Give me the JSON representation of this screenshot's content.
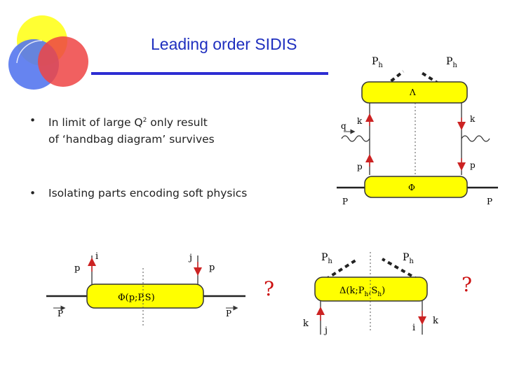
{
  "slide": {
    "title": "Leading order SIDIS",
    "bullets": [
      {
        "mark": "•",
        "lines": [
          "In limit of large Q",
          "2",
          " only result",
          "of ‘handbag diagram’ survives"
        ]
      },
      {
        "mark": "•",
        "lines": [
          "Isolating parts encoding soft physics"
        ]
      }
    ]
  },
  "handbag": {
    "top_blob_label": "Λ",
    "bottom_blob_label": "Φ",
    "labels": {
      "ph_left": "P",
      "ph_left_sub": "h",
      "ph_right": "P",
      "ph_right_sub": "h",
      "q": "q",
      "k_left": "k",
      "k_right": "k",
      "p_left": "p",
      "p_right": "p",
      "P_left": "P",
      "P_right": "P"
    }
  },
  "correlator_phi": {
    "blob_label": "Φ(p;P,S)",
    "labels": {
      "p_left": "p",
      "i": "i",
      "j": "j",
      "p_right": "p",
      "P_left": "P",
      "P_right": "P"
    },
    "question": "?"
  },
  "correlator_delta": {
    "blob_label": "Δ(k;P",
    "blob_label_sub1": "h",
    "blob_label_mid": ",S",
    "blob_label_sub2": "h",
    "blob_label_end": ")",
    "labels": {
      "ph_left": "P",
      "ph_left_sub": "h",
      "ph_right": "P",
      "ph_right_sub": "h",
      "k_left": "k",
      "j": "j",
      "i": "i",
      "k_right": "k"
    },
    "question": "?"
  },
  "colors": {
    "title": "#1f2fbf",
    "blob_fill": "#ffff00",
    "arrow_red": "#cc2222",
    "question": "#cc1111"
  }
}
